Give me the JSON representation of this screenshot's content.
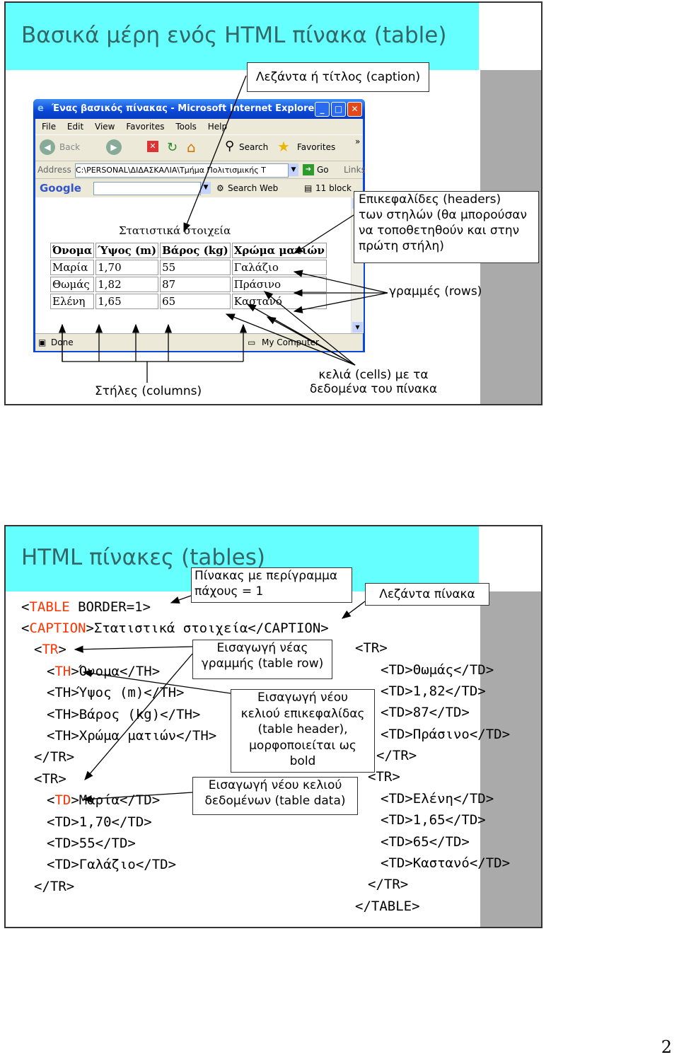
{
  "slide1": {
    "title": "Βασικά μέρη ενός HTML πίνακα (table)",
    "caption_label": "Λεζάντα ή τίτλος (caption)",
    "headers_label_lines": [
      "Επικεφαλίδες (headers)",
      "των στηλών (θα μπορούσαν",
      "να τοποθετηθούν και στην",
      "πρώτη στήλη)"
    ],
    "rows_label": "γραμμές (rows)",
    "columns_label": "Στήλες (columns)",
    "cells_label_lines": [
      "κελιά (cells) με τα",
      "δεδομένα του πίνακα"
    ],
    "browser": {
      "window_title": "Ένας βασικός πίνακας - Microsoft Internet Explorer",
      "menu": [
        "File",
        "Edit",
        "View",
        "Favorites",
        "Tools",
        "Help"
      ],
      "toolbar": {
        "back": "Back",
        "search": "Search",
        "favorites": "Favorites"
      },
      "address_label": "Address",
      "address_value": "C:\\PERSONAL\\ΔΙΔΑΣΚΑΛΙΑ\\Τμήμα Πολιτισμικής Τ",
      "go": "Go",
      "links": "Links",
      "google": "Google",
      "search_web": "Search Web",
      "blocked": "11 block",
      "status_done": "Done",
      "status_zone": "My Computer",
      "table_caption": "Στατιστικά στοιχεία",
      "table_headers": [
        "Όνομα",
        "Ύψος (m)",
        "Βάρος (kg)",
        "Χρώμα ματιών"
      ],
      "table_rows": [
        [
          "Μαρία",
          "1,70",
          "55",
          "Γαλάζιο"
        ],
        [
          "Θωμάς",
          "1,82",
          "87",
          "Πράσινο"
        ],
        [
          "Ελένη",
          "1,65",
          "65",
          "Καστανό"
        ]
      ]
    }
  },
  "slide2": {
    "title": "HTML πίνακες (tables)",
    "border_note_lines": [
      "Πίνακας με περίγραμμα",
      "πάχους = 1"
    ],
    "caption_note": "Λεζάντα πίνακα",
    "row_note_lines": [
      "Εισαγωγή νέας",
      "γραμμής (table row)"
    ],
    "header_note_lines": [
      "Εισαγωγή νέου",
      "κελιού επικεφαλίδας",
      "(table header),",
      "μορφοποιείται ως",
      "bold"
    ],
    "data_note_lines": [
      "Εισαγωγή νέου κελιού",
      "δεδομένων (table data)"
    ],
    "code_left": {
      "l1_open": "<",
      "l1_tag": "TABLE",
      "l1_rest": " BORDER=1>",
      "l2_open": "<",
      "l2_tag": "CAPTION",
      "l2_rest": ">Στατιστικά στοιχεία</CAPTION>",
      "l3_open": "<",
      "l3_tag": "TR",
      "l3_rest": ">",
      "l4_open": "<",
      "l4_tag": "TH",
      "l4_rest": ">Όνομα</TH>",
      "l5": "<TH>Ύψος (m)</TH>",
      "l6": "<TH>Βάρος (kg)</TH>",
      "l7": "<TH>Χρώμα ματιών</TH>",
      "l8": "</TR>",
      "l9": "<TR>",
      "l10_open": "<",
      "l10_tag": "TD",
      "l10_rest": ">Μαρία</TD>",
      "l11": "<TD>1,70</TD>",
      "l12": "<TD>55</TD>",
      "l13": "<TD>Γαλάζιο</TD>",
      "l14": "</TR>"
    },
    "code_right": [
      "<TR>",
      "<TD>Θωμάς</TD>",
      "<TD>1,82</TD>",
      "<TD>87</TD>",
      "<TD>Πράσινο</TD>",
      "</TR>",
      "<TR>",
      "<TD>Ελένη</TD>",
      "<TD>1,65</TD>",
      "<TD>65</TD>",
      "<TD>Καστανό</TD>",
      "</TR>",
      "</TABLE>"
    ]
  },
  "page_number": "2"
}
